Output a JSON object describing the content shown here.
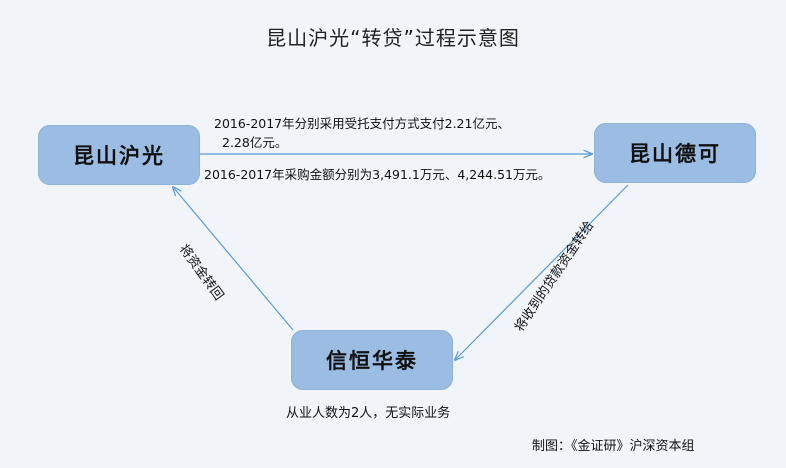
{
  "title": "昆山沪光“转贷”过程示意图",
  "nodes": {
    "kunshan_huguang": "昆山沪光",
    "kunshan_deke": "昆山德可",
    "xinheng_huatai": "信恒华泰"
  },
  "edges": {
    "payment_line1": "2016-2017年分别采用受托支付方式支付2.21亿元、",
    "payment_line2": "2.28亿元。",
    "purchase": "2016-2017年采购金额分别为3,491.1万元、4,244.51万元。",
    "transfer_loan": "将收到的贷款资金转给",
    "return_funds": "将资金转回"
  },
  "notes": {
    "employees": "从业人数为2人，无实际业务",
    "credit": "制图：《金证研》沪深资本组"
  },
  "colors": {
    "node_fill": "#9bbde3",
    "arrow": "#5b9bd5"
  }
}
